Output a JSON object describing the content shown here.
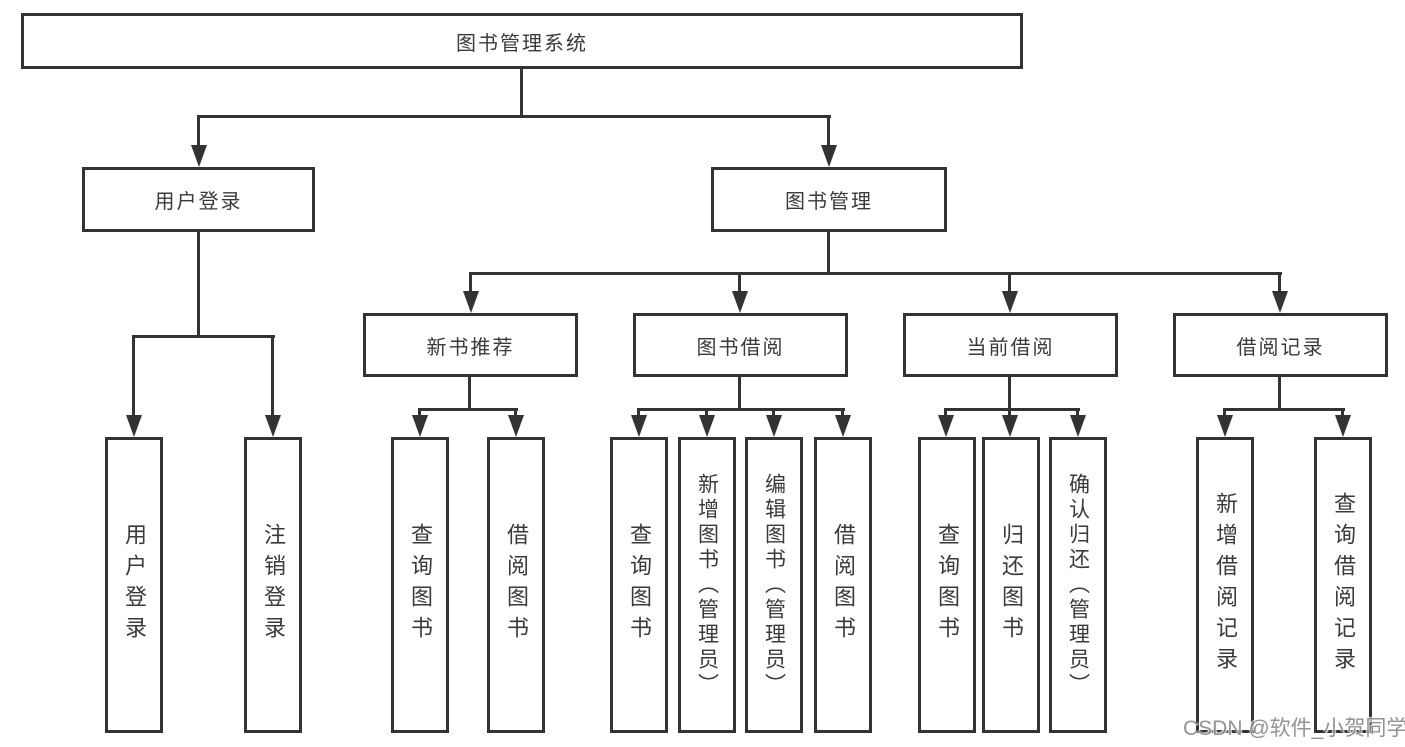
{
  "colors": {
    "line": "#333333",
    "text": "#3a3a3a",
    "box_fill": "#ffffff",
    "watermark_gray": "#808080"
  },
  "tree": {
    "root": "图书管理系统",
    "l2": [
      "用户登录",
      "图书管理"
    ],
    "l3": [
      "新书推荐",
      "图书借阅",
      "当前借阅",
      "借阅记录"
    ],
    "l4_user_login": [
      "用户登录",
      "注销登录"
    ],
    "l4_new_book": [
      "查询图书",
      "借阅图书"
    ],
    "l4_book_borrow": [
      "查询图书",
      "新增图书（管理员）",
      "编辑图书（管理员）",
      "借阅图书"
    ],
    "l4_current_borrow": [
      "查询图书",
      "归还图书",
      "确认归还（管理员）"
    ],
    "l4_borrow_records": [
      "新增借阅记录",
      "查询借阅记录"
    ]
  },
  "watermark": "CSDN @软件_小贺同学"
}
